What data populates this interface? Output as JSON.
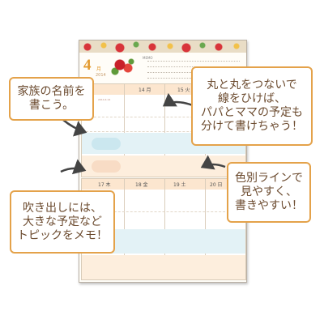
{
  "planner": {
    "month": "4",
    "month_suffix": "月",
    "year": "2014",
    "memo_label": "MEMO",
    "week1": {
      "days": [
        "14 月",
        "15 火"
      ]
    },
    "week2": {
      "days": [
        "17 木",
        "18 金",
        "19 土",
        "20 日"
      ]
    },
    "tiny_note": "2014.4.14"
  },
  "callouts": {
    "family": [
      "家族の名前を",
      "書こう。"
    ],
    "circles": [
      "丸と丸をつないで",
      "線をひけば、",
      "パパとママの予定も",
      "分けて書けちゃう！"
    ],
    "color_lines": [
      "色別ラインで",
      "見やすく、",
      "書きやすい！"
    ],
    "speech": [
      "吹き出しには、",
      "大きな予定など",
      "トピックをメモ！"
    ]
  },
  "colors": {
    "accent": "#e4a24a",
    "text": "#6b4a2e",
    "blue_band": "#e3f2f6",
    "orange_band": "#fdeedd"
  }
}
